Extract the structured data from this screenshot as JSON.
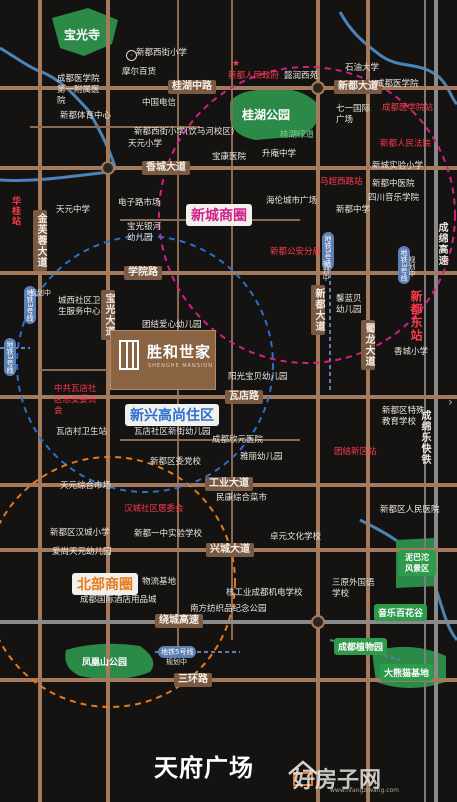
{
  "title": "天府广场",
  "watermark": {
    "text": "好房子网",
    "url": "www.hfangziwang.com"
  },
  "project": {
    "name": "胜和世家",
    "en": "SHENGHE MANSION"
  },
  "districts": [
    {
      "label": "新城商圈",
      "color": "#d21f8a"
    },
    {
      "label": "新兴高尚住区",
      "color": "#2a6fd1"
    },
    {
      "label": "北部商圈",
      "color": "#e87a1a"
    }
  ],
  "roads": {
    "guihu_zhonglu": "桂湖中路",
    "xindu_dadao": "新都大道",
    "xiangcheng_dadao": "香城大道",
    "jinfurong_dadao": "金芙蓉大道",
    "xueyuan_lu": "学院路",
    "baoguang_dadao": "宝光大道",
    "xindu_dadao_v": "新都大道",
    "shulong_dadao": "蜀龙大道",
    "chengluo_gaosu": "成绵高速",
    "chenglu_kuaitie": "成绵乐快铁",
    "wadian_lu": "瓦店路",
    "gongye_dadao": "工业大道",
    "xingcheng_dadao": "兴城大道",
    "raocheng_gaosu": "绕城高速",
    "sanhuan_lu": "三环路"
  },
  "stations": {
    "xindu_east": "新都东站",
    "huagui_zhan": "华桂站"
  },
  "metro": {
    "line3_a": "地铁3号线",
    "line3_b": "地铁3号线",
    "line5": "地铁5号线",
    "line_c": "地铁3号线",
    "plan_a": "规划中",
    "plan_b": "规划中",
    "plan_c": "规划中",
    "plan_d": "规划中",
    "line_d": "地铁5号线"
  },
  "parks": {
    "baoguang_si": "宝光寺",
    "guihu_gongyuan": "桂湖公园",
    "fenghuangshan": "凤凰山公园",
    "nibabo": "泥巴沱风景区",
    "yinyue_baihua": "音乐百花谷",
    "chengdu_zhiwuyuan": "成都植物园",
    "daxiongmao": "大熊猫基地"
  },
  "pois": [
    {
      "t": "新都西街小学",
      "c": "w"
    },
    {
      "t": "成都医学院第一附属医院",
      "c": "w"
    },
    {
      "t": "摩尔百货",
      "c": "w"
    },
    {
      "t": "新都人民政府",
      "c": "r"
    },
    {
      "t": "懿润西苑",
      "c": "w"
    },
    {
      "t": "石油大学",
      "c": "w"
    },
    {
      "t": "成都医学院",
      "c": "w"
    },
    {
      "t": "新都体育中心",
      "c": "w"
    },
    {
      "t": "中国电信",
      "c": "w"
    },
    {
      "t": "七一国际广场",
      "c": "w"
    },
    {
      "t": "成都医学院站",
      "c": "r"
    },
    {
      "t": "新都西街小学(饮马河校区)",
      "c": "w"
    },
    {
      "t": "桂湖绿道",
      "c": "g"
    },
    {
      "t": "新都人民法院",
      "c": "r"
    },
    {
      "t": "天元小学",
      "c": "w"
    },
    {
      "t": "宝康医院",
      "c": "w"
    },
    {
      "t": "升庵中学",
      "c": "w"
    },
    {
      "t": "新城实验小学",
      "c": "w"
    },
    {
      "t": "马超西路站",
      "c": "r"
    },
    {
      "t": "新都中医院",
      "c": "w"
    },
    {
      "t": "电子路市场",
      "c": "w"
    },
    {
      "t": "海伦城市广场",
      "c": "w"
    },
    {
      "t": "天元中学",
      "c": "w"
    },
    {
      "t": "宝光银河幼儿园",
      "c": "w"
    },
    {
      "t": "新都中学",
      "c": "w"
    },
    {
      "t": "四川音乐学院",
      "c": "w"
    },
    {
      "t": "新都公安分局",
      "c": "r"
    },
    {
      "t": "城西社区卫生服务中心",
      "c": "w"
    },
    {
      "t": "馨蓝贝幼儿园",
      "c": "w"
    },
    {
      "t": "团结爱心幼儿园",
      "c": "w"
    },
    {
      "t": "香城小学",
      "c": "w"
    },
    {
      "t": "阳光宝贝幼儿园",
      "c": "w"
    },
    {
      "t": "中共瓦店社区总支委员会",
      "c": "r"
    },
    {
      "t": "新都区特殊教育学校",
      "c": "w"
    },
    {
      "t": "瓦店村卫生站",
      "c": "w"
    },
    {
      "t": "瓦店社区新街幼儿园",
      "c": "w"
    },
    {
      "t": "成都欣元医院",
      "c": "w"
    },
    {
      "t": "团结新区站",
      "c": "r"
    },
    {
      "t": "新都区委党校",
      "c": "w"
    },
    {
      "t": "雅丽幼儿园",
      "c": "w"
    },
    {
      "t": "天元综合市场",
      "c": "w"
    },
    {
      "t": "民康综合菜市",
      "c": "w"
    },
    {
      "t": "汉城社区居委会",
      "c": "r"
    },
    {
      "t": "新都区人民医院",
      "c": "w"
    },
    {
      "t": "新都区汉城小学",
      "c": "w"
    },
    {
      "t": "新都一中实验学校",
      "c": "w"
    },
    {
      "t": "卓元文化学校",
      "c": "w"
    },
    {
      "t": "爱尚天元幼儿园",
      "c": "w"
    },
    {
      "t": "物流基地",
      "c": "w"
    },
    {
      "t": "三原外国语学校",
      "c": "w"
    },
    {
      "t": "成都国际酒店用品城",
      "c": "w"
    },
    {
      "t": "核工业成都机电学校",
      "c": "w"
    },
    {
      "t": "南方纺织品纪念公园",
      "c": "w"
    }
  ],
  "colors": {
    "road": "#a47a5d",
    "highway": "#8a8a8a",
    "water": "#4a84b8",
    "park": "#1f6b3c"
  }
}
